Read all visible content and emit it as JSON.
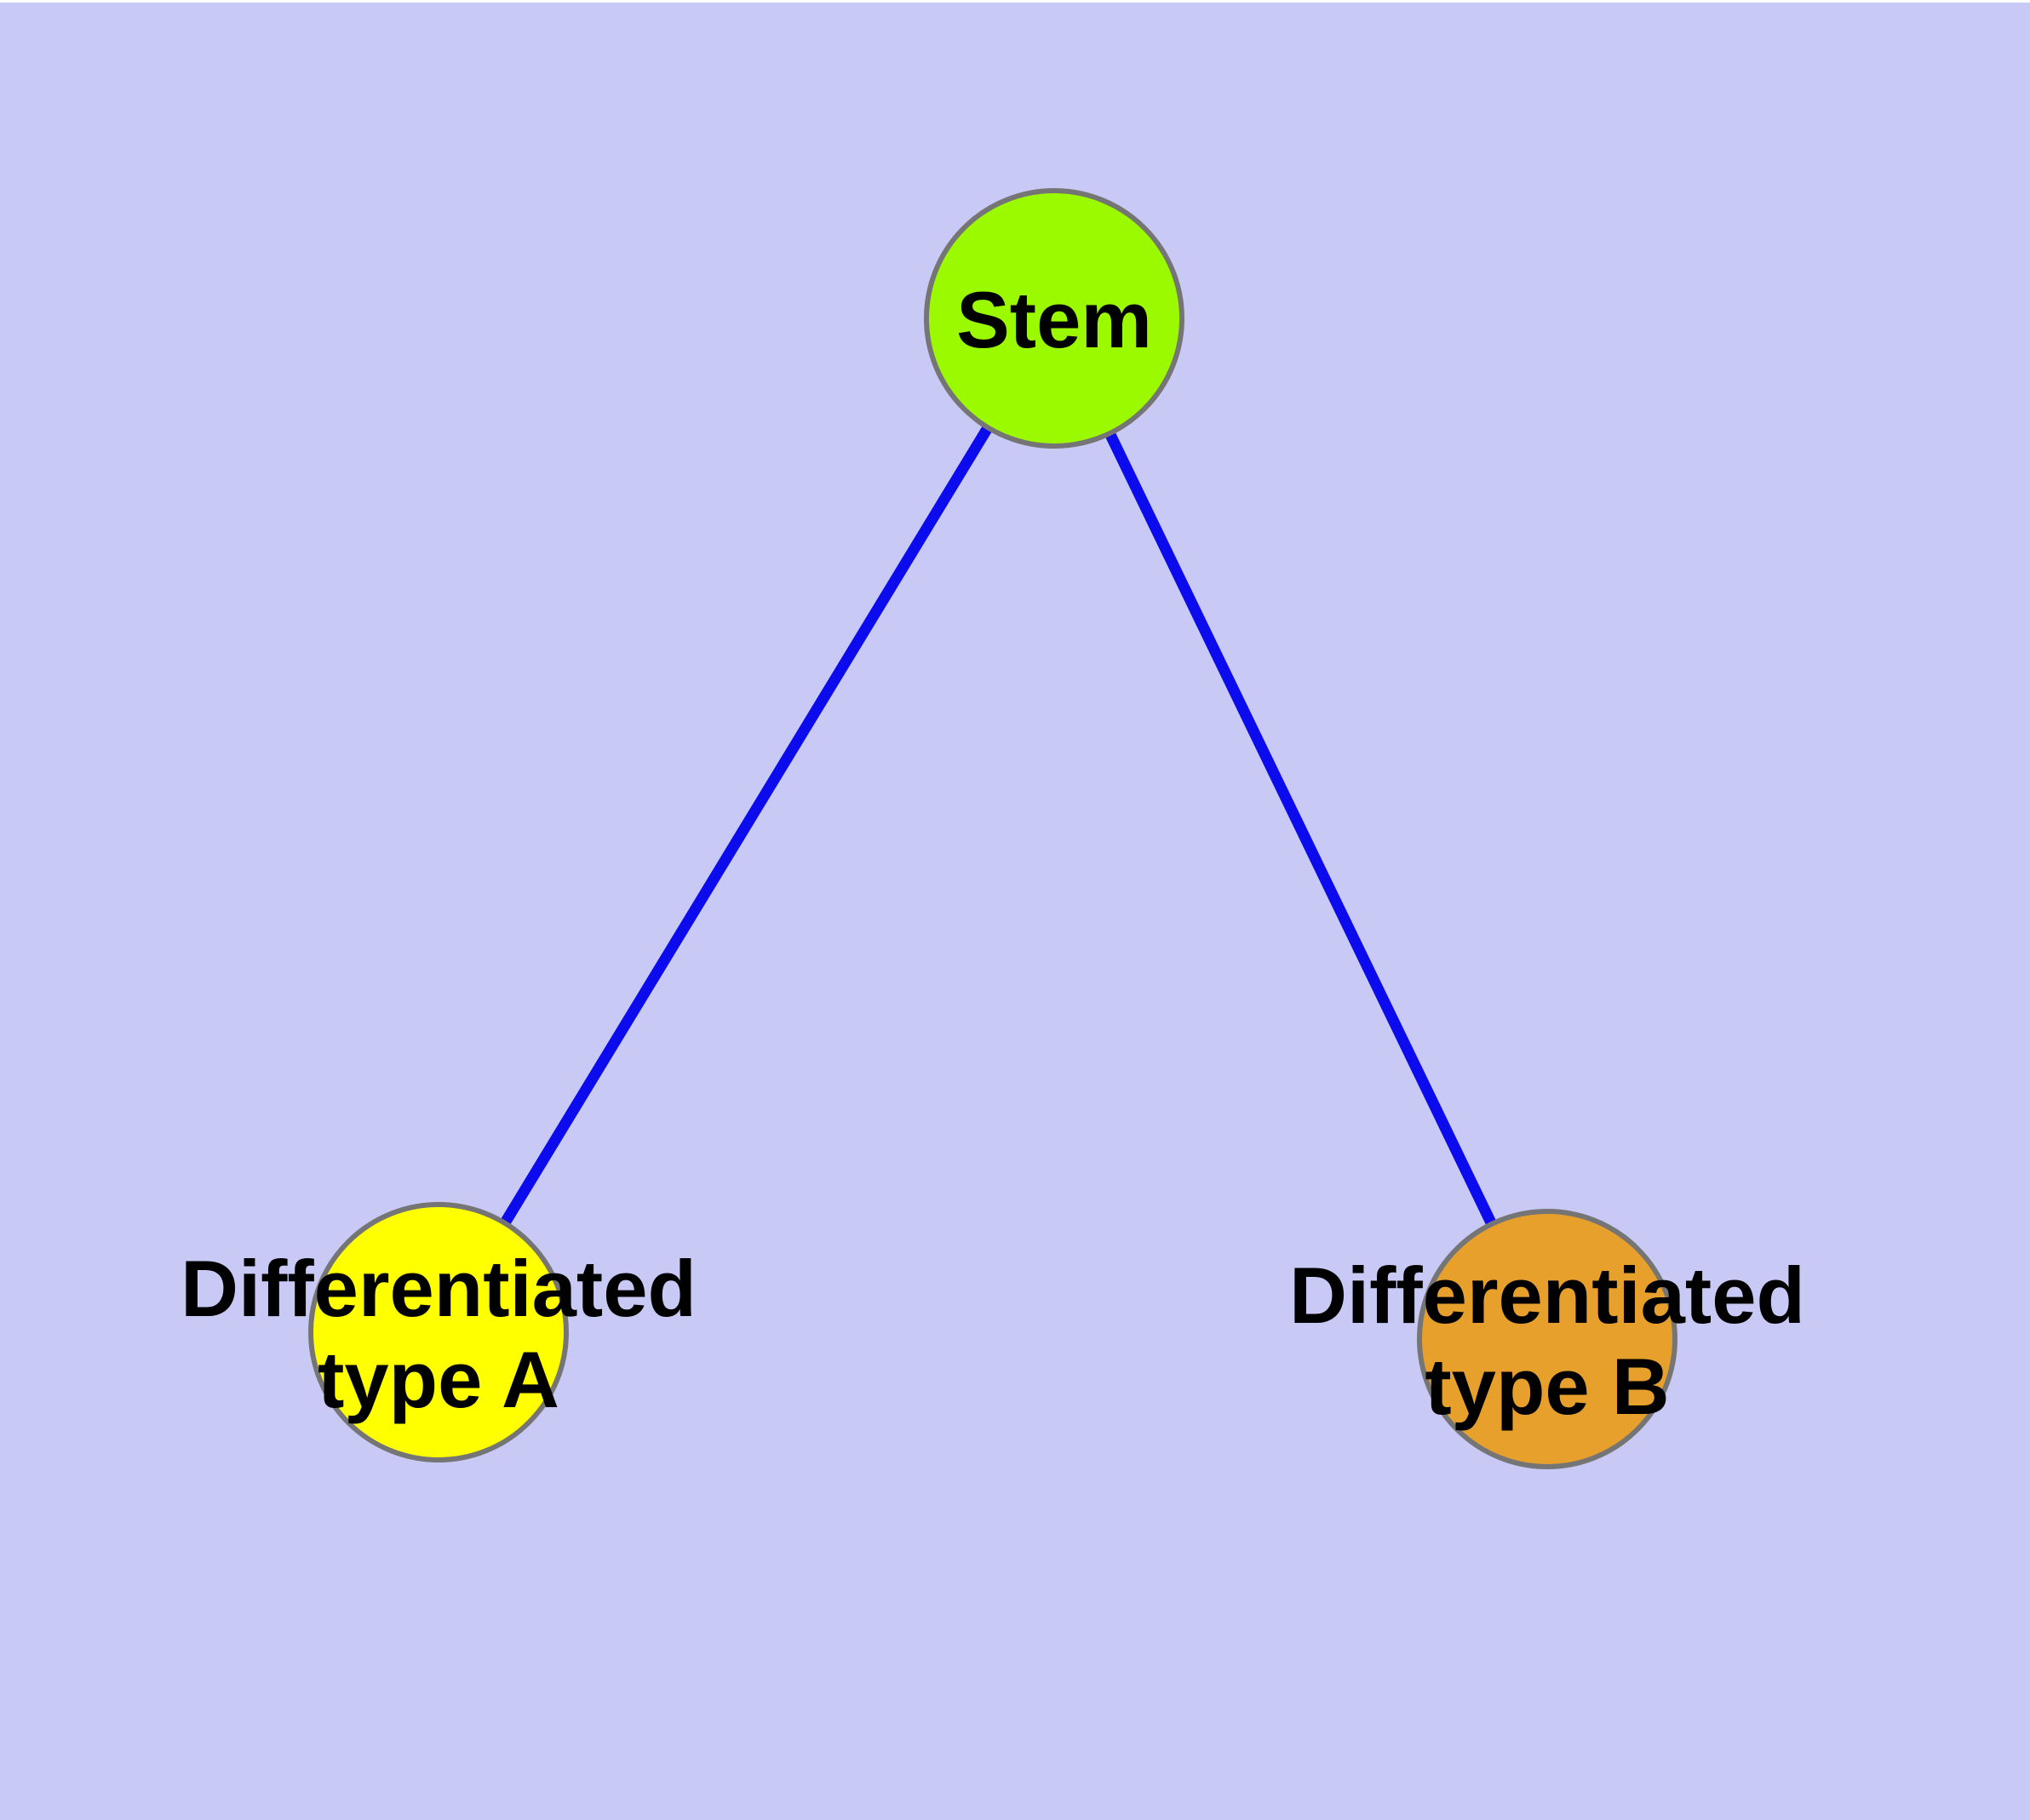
{
  "diagram": {
    "title": "",
    "background_color": "#c9c9f6",
    "edge_color": "#0b0bee",
    "node_border_color": "#757575",
    "label_color": "#000000",
    "nodes": [
      {
        "id": "stem",
        "label_line1": "Stem",
        "label_line2": "",
        "fill": "#9bfa00"
      },
      {
        "id": "type-a",
        "label_line1": "Differentiated",
        "label_line2": "type A",
        "fill": "#ffff00"
      },
      {
        "id": "type-b",
        "label_line1": "Differentiated",
        "label_line2": "type B",
        "fill": "#e8a02c"
      }
    ],
    "edges": [
      {
        "from": "Stem",
        "to": "Differentiated type A"
      },
      {
        "from": "Stem",
        "to": "Differentiated type B"
      }
    ]
  }
}
